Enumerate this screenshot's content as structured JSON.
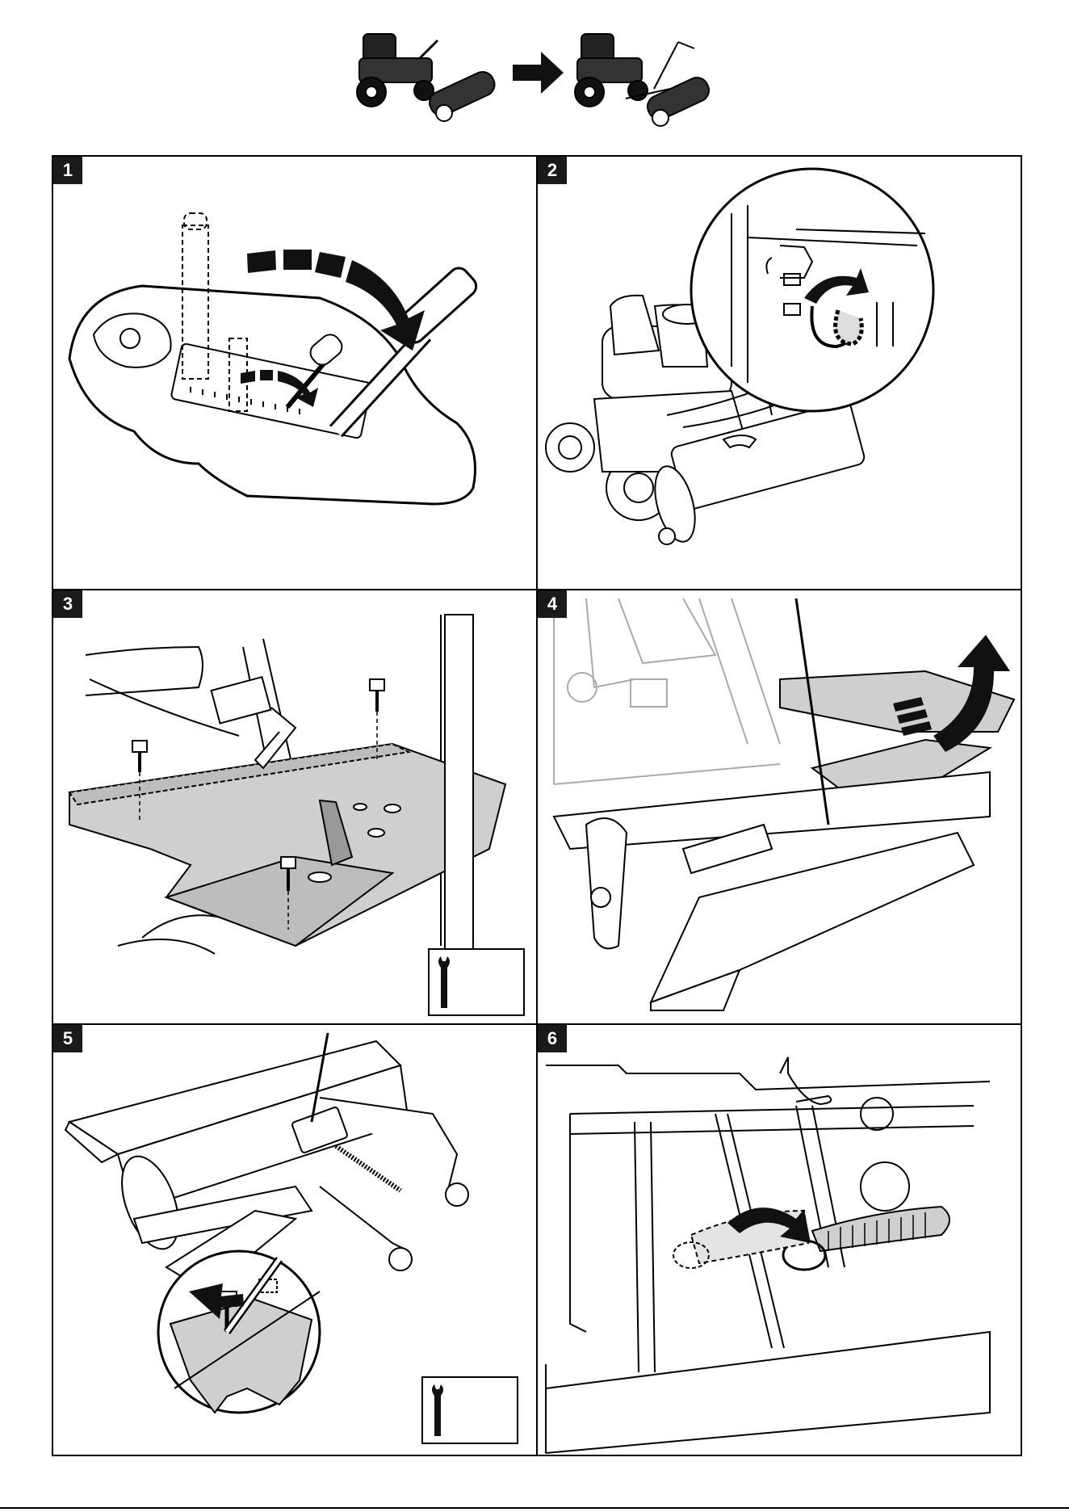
{
  "steps": [
    {
      "number": "1"
    },
    {
      "number": "2"
    },
    {
      "number": "3"
    },
    {
      "number": "4"
    },
    {
      "number": "5"
    },
    {
      "number": "6"
    }
  ],
  "colors": {
    "badge": "#1a1a1a",
    "shade": "#cfcfcf",
    "line": "#000000"
  },
  "icons": {
    "header": [
      "mower-with-roller-icon",
      "arrow-right-icon",
      "mower-roller-detached-icon"
    ],
    "tool": "wrench-icon"
  }
}
